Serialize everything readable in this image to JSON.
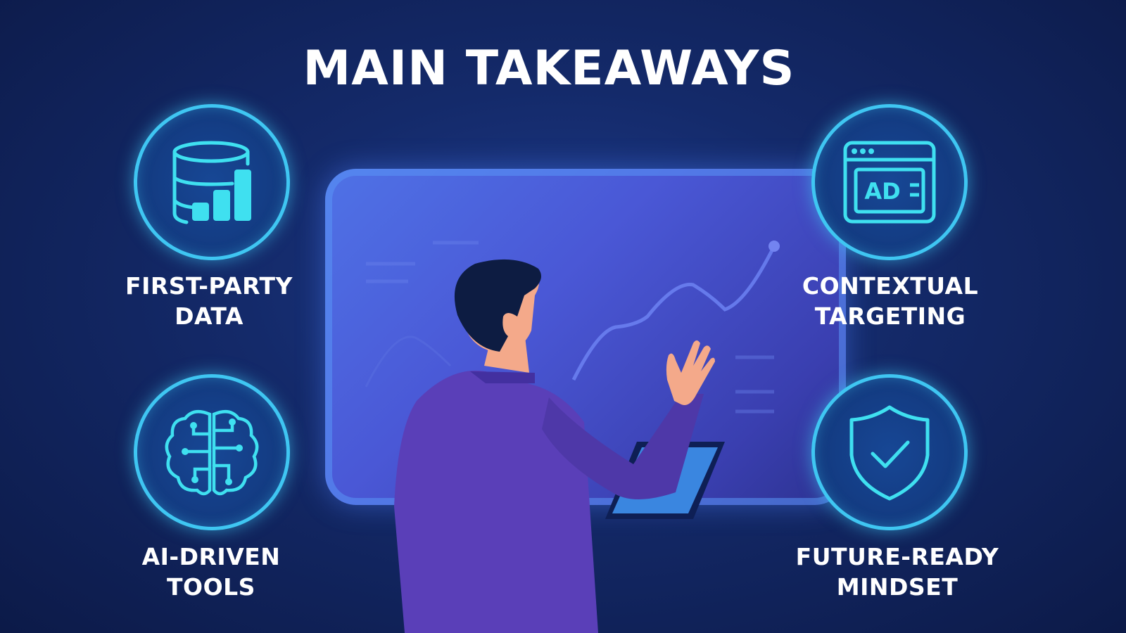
{
  "title": "MAIN TAKEAWAYS",
  "takeaways": [
    {
      "line1": "FIRST-PARTY",
      "line2": "DATA",
      "icon": "database-chart-icon"
    },
    {
      "line1": "CONTEXTUAL",
      "line2": "TARGETING",
      "icon": "browser-ad-icon",
      "icon_text": "AD"
    },
    {
      "line1": "AI-DRIVEN",
      "line2": "TOOLS",
      "icon": "brain-circuit-icon"
    },
    {
      "line1": "FUTURE-READY",
      "line2": "MINDSET",
      "icon": "shield-check-icon"
    }
  ],
  "colors": {
    "accent": "#3fc6f2",
    "background": "#142a6a",
    "panel": "#4a58d6",
    "jacket": "#5a3fb8"
  }
}
